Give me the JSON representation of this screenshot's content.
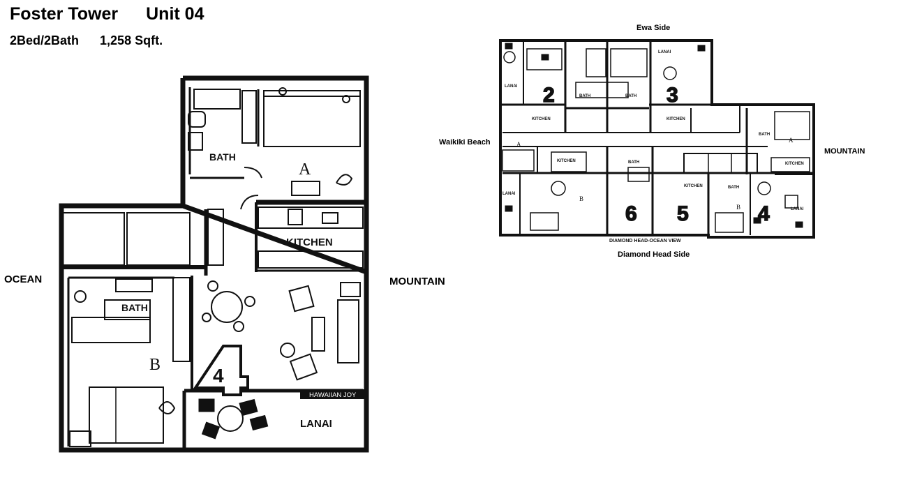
{
  "header": {
    "building": "Foster Tower",
    "unit": "Unit 04",
    "beds_baths": "2Bed/2Bath",
    "area": "1,258 Sqft."
  },
  "unit_plan": {
    "directions": {
      "left": "OCEAN",
      "right": "MOUNTAIN"
    },
    "rooms": {
      "bath_a": "BATH",
      "bedroom_a": "A",
      "kitchen": "KITCHEN",
      "bath_b": "BATH",
      "bedroom_b": "B",
      "lanai": "LANAI",
      "unit_number": "4"
    },
    "watermark": "HAWAIIAN JOY"
  },
  "floor_plan": {
    "directions": {
      "top": "Ewa Side",
      "left": "Waikiki Beach",
      "right": "MOUNTAIN",
      "bottom": "Diamond Head Side",
      "bottom_inner": "DIAMOND HEAD-OCEAN VIEW"
    },
    "units": [
      "2",
      "3",
      "6",
      "5",
      "4"
    ],
    "labels": {
      "lanai": "LANAI",
      "bath": "BATH",
      "kitchen": "KITCHEN",
      "a": "A",
      "b": "B"
    }
  }
}
